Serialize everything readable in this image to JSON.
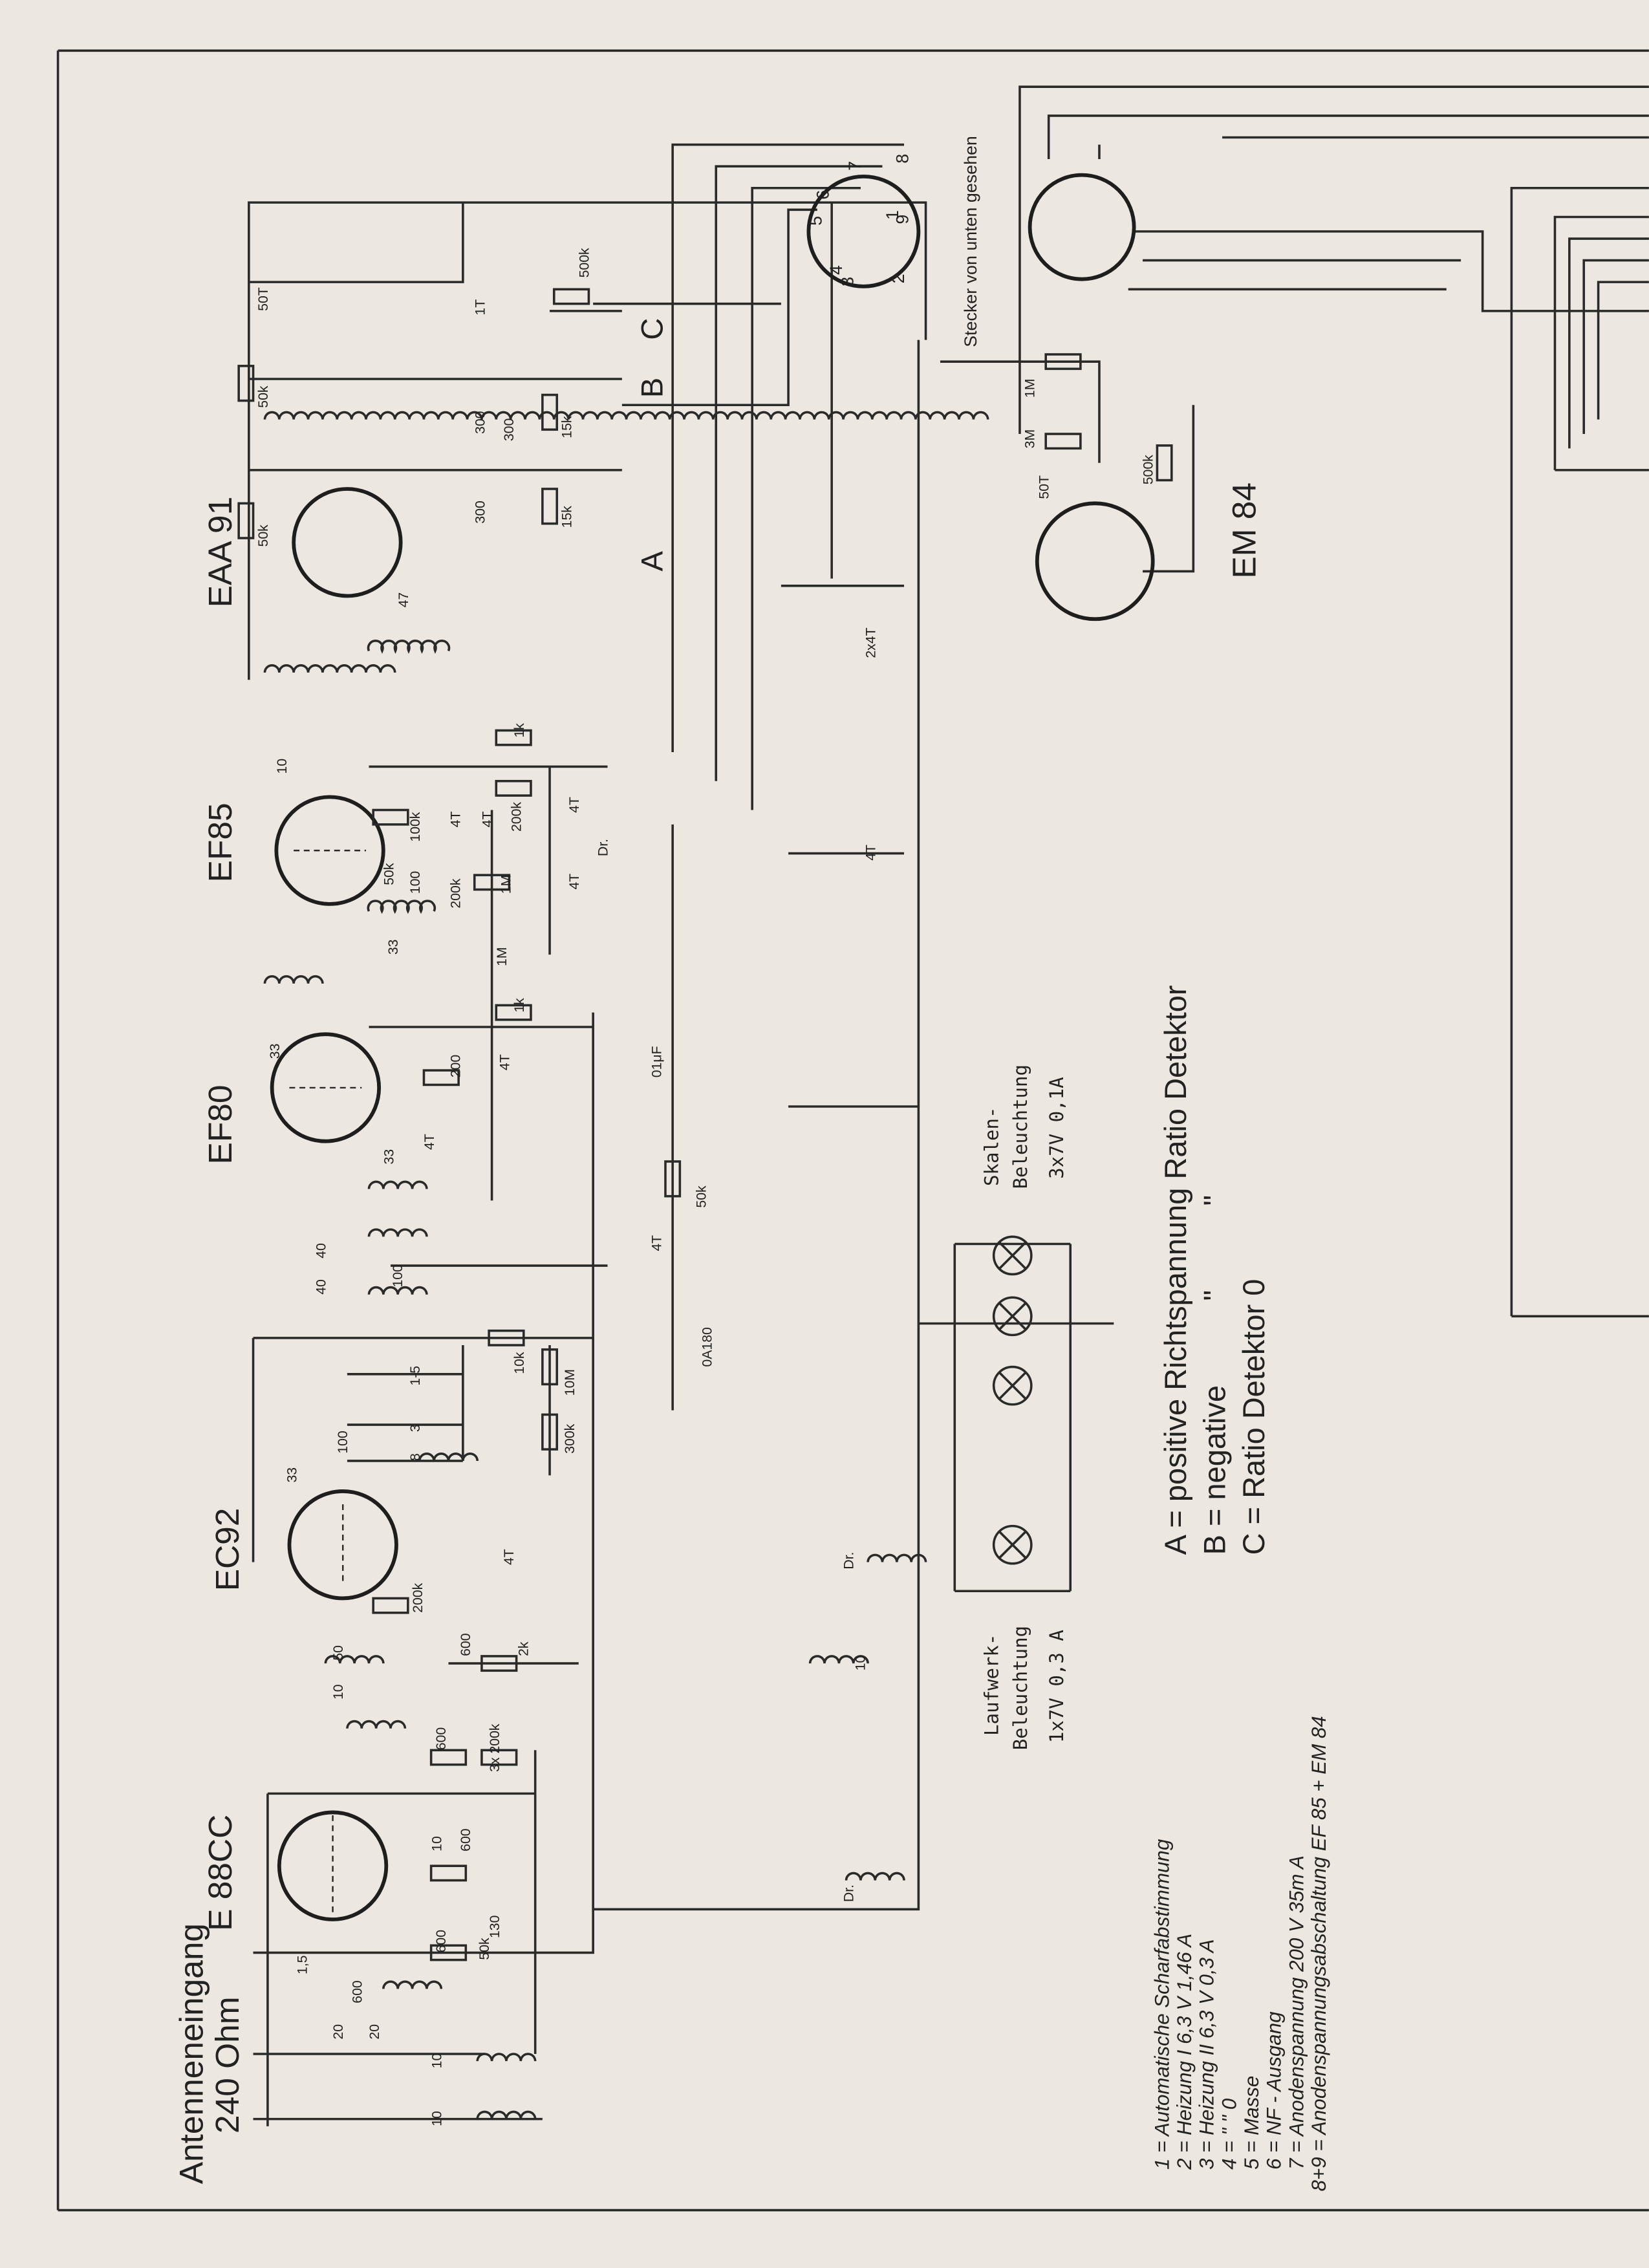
{
  "antenna": {
    "line1": "Antenneneingang",
    "line2": "240 Ohm"
  },
  "tubes": [
    "E 88CC",
    "EC92",
    "EF80",
    "EF85",
    "EAA 91",
    "EM 84"
  ],
  "connector_caption": "Stecker von unten gesehen",
  "socket_pins": [
    "1",
    "2",
    "3",
    "4",
    "5",
    "6",
    "7",
    "8",
    "9"
  ],
  "terminals": [
    "A",
    "B",
    "C"
  ],
  "detector_legend": [
    "A = positive Richtspannung Ratio Detektor",
    "B = negative          \"          \"",
    "C = Ratio Detektor 0"
  ],
  "scale_lighting": {
    "line1": "Skalen-",
    "line2": "Beleuchtung",
    "line3": "3x7V 0,1A"
  },
  "drive_lighting": {
    "line1": "Laufwerk-",
    "line2": "Beleuchtung",
    "line3": "1x7V 0,3 A"
  },
  "pin_legend": [
    "1 = Automatische  Scharfabstimmung",
    "2 = Heizung I 6,3 V 1,46 A",
    "3 = Heizung II 6,3 V 0,3 A",
    "4 = \"          \" 0",
    "5 = Masse",
    "6 = NF - Ausgang",
    "7 = Anodenspannung 200 V  35m A",
    "8+9 = Anodenspannungsabschaltung EF 85 + EM 84"
  ],
  "component_values": [
    "50T",
    "50k",
    "50k",
    "1T",
    "500k",
    "300",
    "300",
    "300",
    "15k",
    "15k",
    "47",
    "10",
    "1k",
    "100k",
    "4T",
    "4T",
    "200k",
    "4T",
    "Dr.",
    "50k",
    "100",
    "200k",
    "1M",
    "1M",
    "33",
    "4T",
    "1k",
    "33",
    "200",
    "4T",
    "01μF",
    "33",
    "4T",
    "50k",
    "4T",
    "40",
    "40",
    "100",
    "0A180",
    "10k",
    "10M",
    "300k",
    "1-5",
    "3",
    "8",
    "100",
    "33",
    "4T",
    "200k",
    "600",
    "2k",
    "50",
    "10",
    "600",
    "3x 200k",
    "10",
    "600",
    "600",
    "130",
    "50k",
    "1,5",
    "600",
    "20",
    "20",
    "10",
    "10",
    "2x4T",
    "4T",
    "1M",
    "3M",
    "50T",
    "500k",
    "Dr.",
    "10",
    "Dr."
  ]
}
